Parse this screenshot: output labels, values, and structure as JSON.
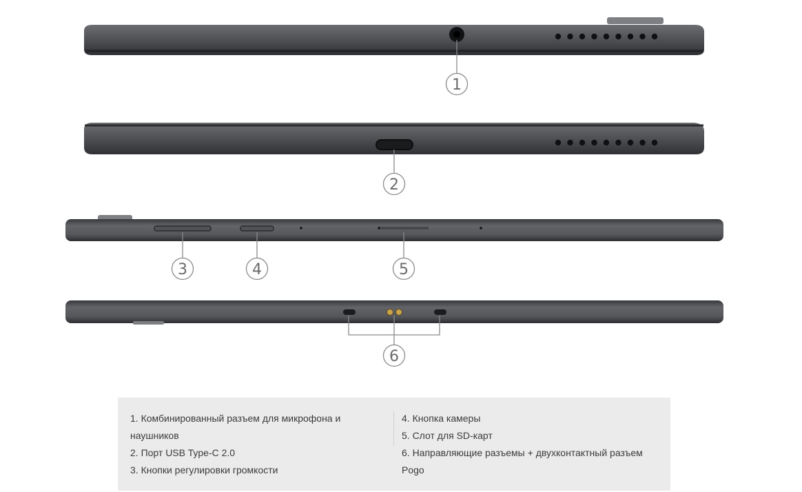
{
  "callouts": [
    {
      "number": "1"
    },
    {
      "number": "2"
    },
    {
      "number": "3"
    },
    {
      "number": "4"
    },
    {
      "number": "5"
    },
    {
      "number": "6"
    }
  ],
  "legend": {
    "left": [
      "1. Комбинированный разъем для микрофона и",
      "наушников",
      "2. Порт USB Type-C 2.0",
      "3. Кнопки регулировки громкости"
    ],
    "right": [
      "4. Кнопка камеры",
      "5. Слот для SD-карт",
      "6. Направляющие разъемы + двухконтактный разъем",
      "Pogo"
    ]
  },
  "colors": {
    "body": "#4d4f52",
    "body_dark": "#2e3033",
    "body_light": "#6f7174",
    "callout": "#8a8a8a",
    "pogo": "#c9a44a",
    "legend_bg": "#ebebeb"
  }
}
